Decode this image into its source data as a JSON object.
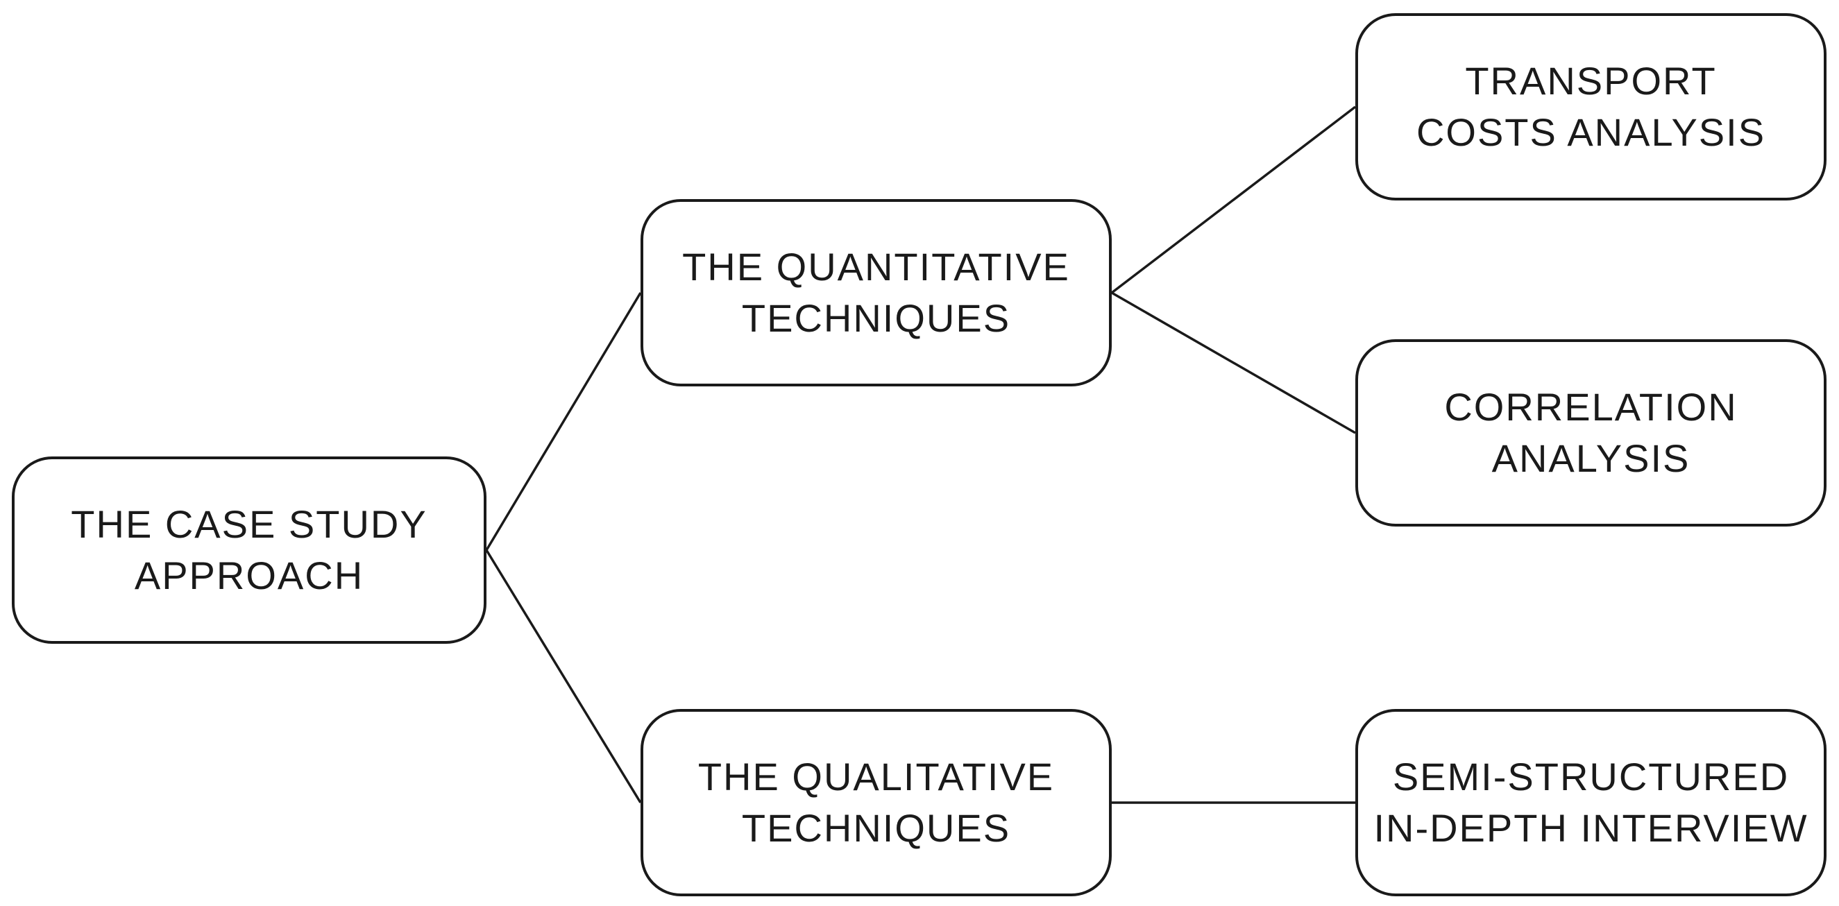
{
  "nodes": {
    "root": {
      "line1": "THE CASE STUDY",
      "line2": "APPROACH"
    },
    "quantitative": {
      "line1": "THE QUANTITATIVE",
      "line2": "TECHNIQUES"
    },
    "qualitative": {
      "line1": "THE QUALITATIVE",
      "line2": "TECHNIQUES"
    },
    "transport": {
      "line1": "TRANSPORT",
      "line2": "COSTS ANALYSIS"
    },
    "correlation": {
      "line1": "CORRELATION",
      "line2": "ANALYSIS"
    },
    "interview": {
      "line1": "SEMI-STRUCTURED",
      "line2": "IN-DEPTH INTERVIEW"
    }
  },
  "edges": [
    {
      "from": "root",
      "to": "quantitative"
    },
    {
      "from": "root",
      "to": "qualitative"
    },
    {
      "from": "quantitative",
      "to": "transport"
    },
    {
      "from": "quantitative",
      "to": "correlation"
    },
    {
      "from": "qualitative",
      "to": "interview"
    }
  ],
  "colors": {
    "stroke": "#1a1a1a",
    "background": "#ffffff",
    "text": "#1a1a1a"
  }
}
